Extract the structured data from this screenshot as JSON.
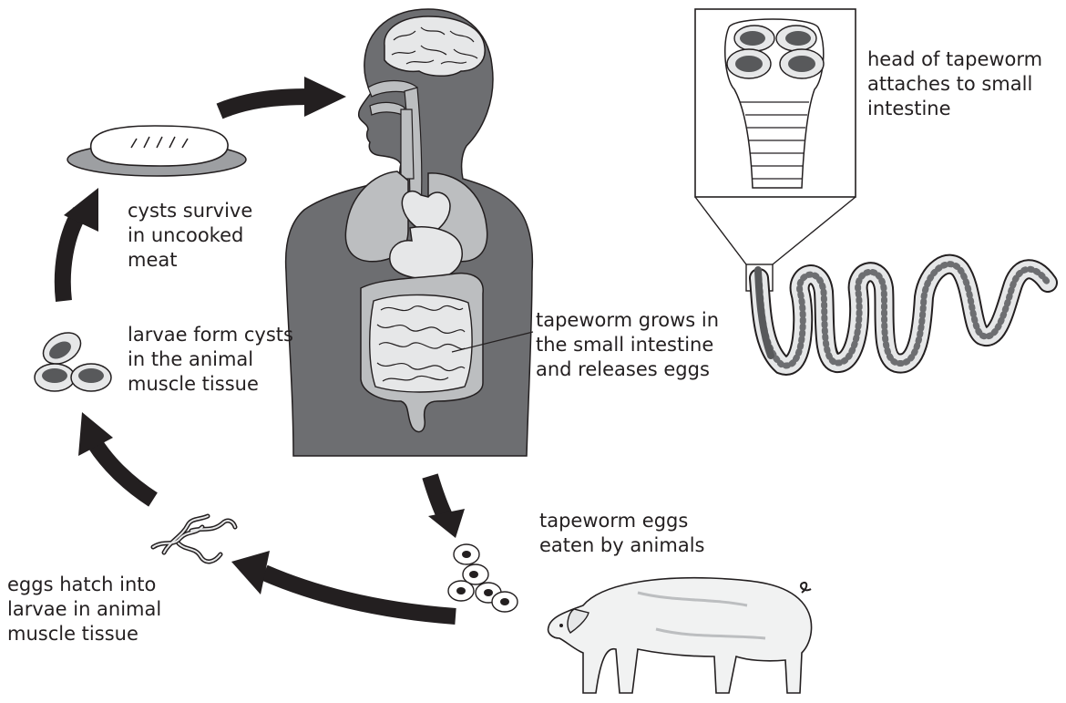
{
  "labels": {
    "head_of_tapeworm": "head of tapeworm\nattaches to small\nintestine",
    "cysts_survive": "cysts survive\nin uncooked\nmeat",
    "larvae_form_cysts": "larvae form cysts\nin the animal\nmuscle tissue",
    "tapeworm_grows": "tapeworm grows in\nthe small intestine\nand releases eggs",
    "tapeworm_eggs": "tapeworm eggs\neaten by animals",
    "eggs_hatch": "eggs hatch into\nlarvae in animal\nmuscle tissue"
  },
  "colors": {
    "ink": "#231f20",
    "body_fill": "#6d6e71",
    "organ_fill": "#bcbec0",
    "light_fill": "#e6e7e8",
    "dark_fill": "#58595b"
  }
}
